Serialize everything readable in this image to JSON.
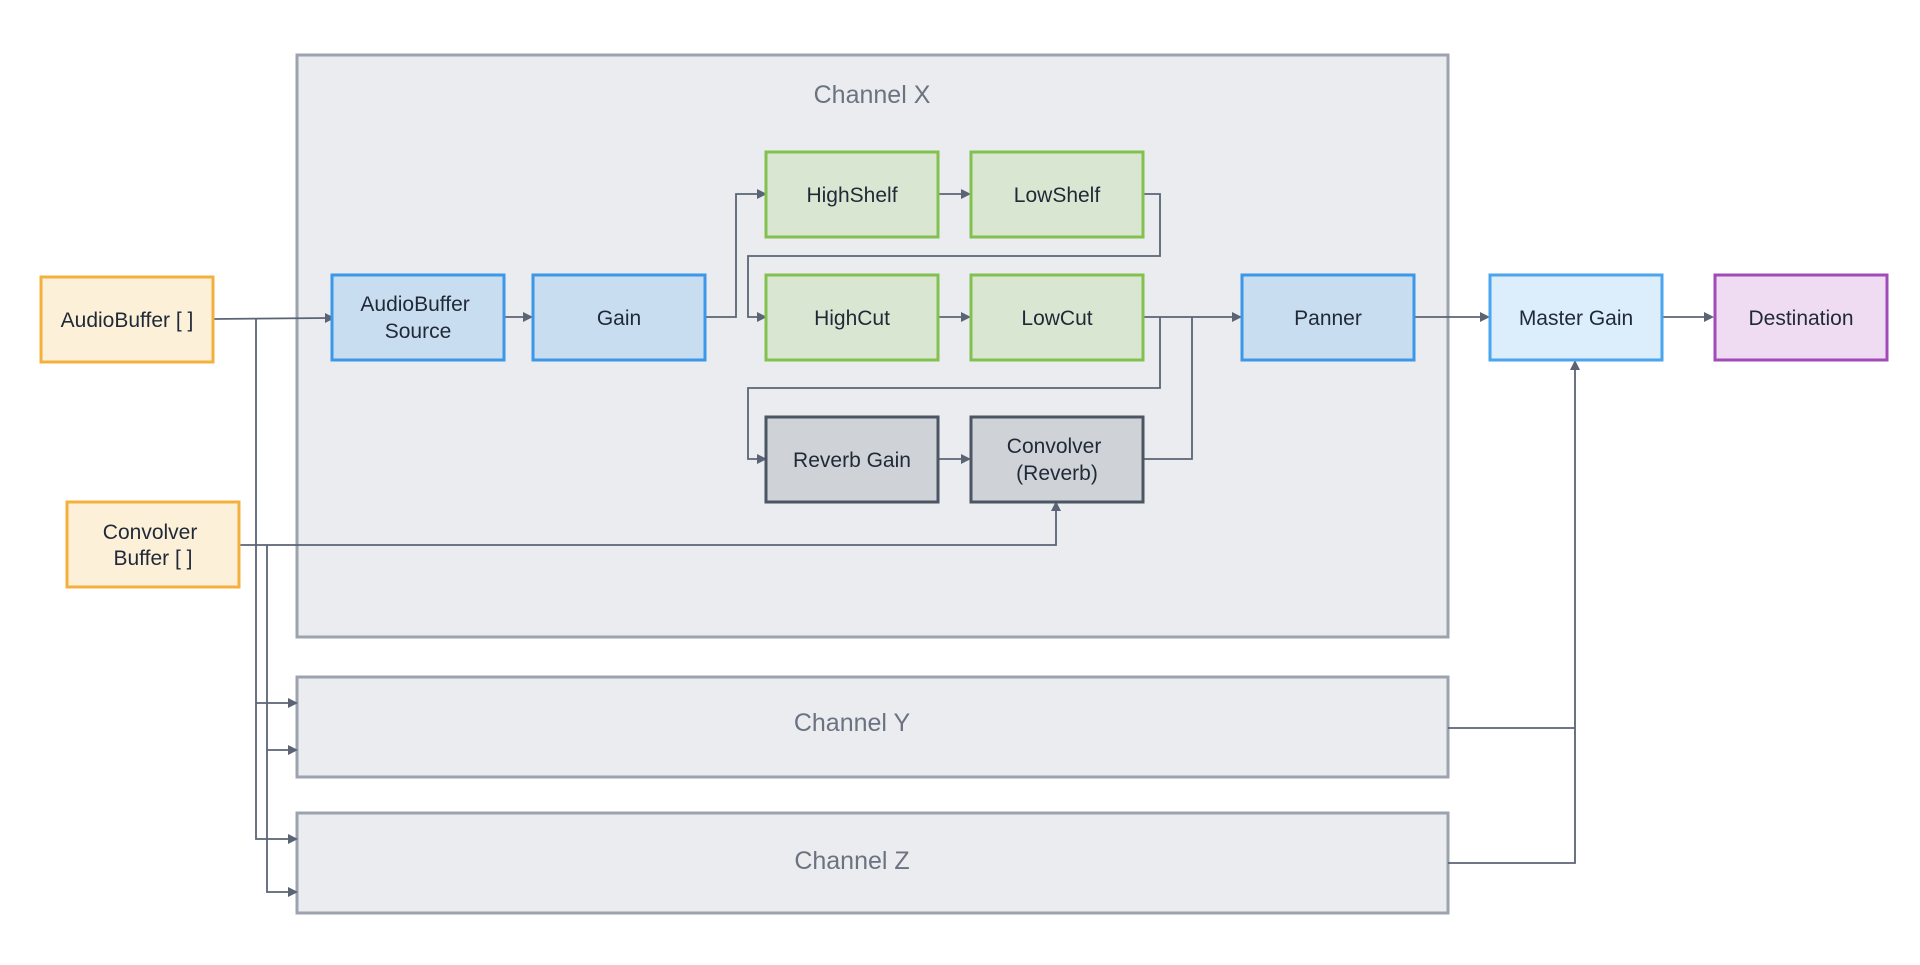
{
  "groups": {
    "channel_x": "Channel X",
    "channel_y": "Channel Y",
    "channel_z": "Channel Z"
  },
  "nodes": {
    "audio_buffer": {
      "lines": [
        "AudioBuffer [ ]"
      ]
    },
    "convolver_buffer": {
      "lines": [
        "Convolver",
        "Buffer [ ]"
      ]
    },
    "audiobuffer_source": {
      "lines": [
        "AudioBuffer",
        "Source"
      ]
    },
    "gain": {
      "lines": [
        "Gain"
      ]
    },
    "highshelf": {
      "lines": [
        "HighShelf"
      ]
    },
    "lowshelf": {
      "lines": [
        "LowShelf"
      ]
    },
    "highcut": {
      "lines": [
        "HighCut"
      ]
    },
    "lowcut": {
      "lines": [
        "LowCut"
      ]
    },
    "reverb_gain": {
      "lines": [
        "Reverb Gain"
      ]
    },
    "convolver_reverb": {
      "lines": [
        "Convolver",
        "(Reverb)"
      ]
    },
    "panner": {
      "lines": [
        "Panner"
      ]
    },
    "master_gain": {
      "lines": [
        "Master Gain"
      ]
    },
    "destination": {
      "lines": [
        "Destination"
      ]
    }
  },
  "colors": {
    "buffer_fill": "#fdf0d8",
    "buffer_stroke": "#f4b03d",
    "node_fill": "#c9ddf0",
    "node_stroke": "#3b98e8",
    "filter_fill": "#d9e6d2",
    "filter_stroke": "#82c14f",
    "reverb_fill": "#cfd2d7",
    "reverb_stroke": "#4b5563",
    "master_fill": "#dcedfb",
    "master_stroke": "#4aa4ee",
    "destination_fill": "#efdcf3",
    "destination_stroke": "#a24ab8",
    "group_fill": "#eaecf0",
    "group_stroke": "#9ca3af",
    "wire": "#5b6475"
  }
}
